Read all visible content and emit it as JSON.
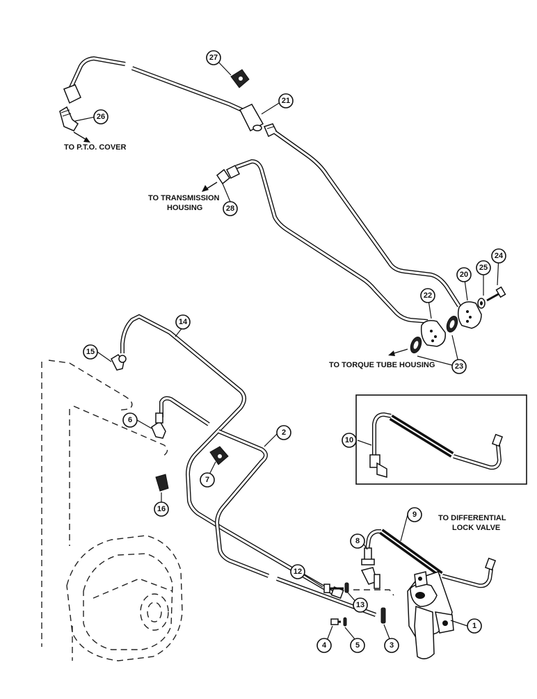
{
  "callouts": {
    "c1": "1",
    "c2": "2",
    "c3": "3",
    "c4": "4",
    "c5": "5",
    "c6": "6",
    "c7": "7",
    "c8": "8",
    "c9": "9",
    "c10": "10",
    "c12": "12",
    "c13": "13",
    "c14": "14",
    "c15": "15",
    "c16": "16",
    "c20": "20",
    "c21": "21",
    "c22": "22",
    "c23": "23",
    "c24": "24",
    "c25": "25",
    "c26": "26",
    "c27": "27",
    "c28": "28"
  },
  "notes": {
    "pto_cover": "TO P.T.O. COVER",
    "transmission_line1": "TO TRANSMISSION",
    "transmission_line2": "HOUSING",
    "torque_tube": "TO TORQUE TUBE HOUSING",
    "diff_line1": "TO DIFFERENTIAL",
    "diff_line2": "LOCK VALVE"
  },
  "colors": {
    "ink": "#111111",
    "paper": "#ffffff"
  }
}
